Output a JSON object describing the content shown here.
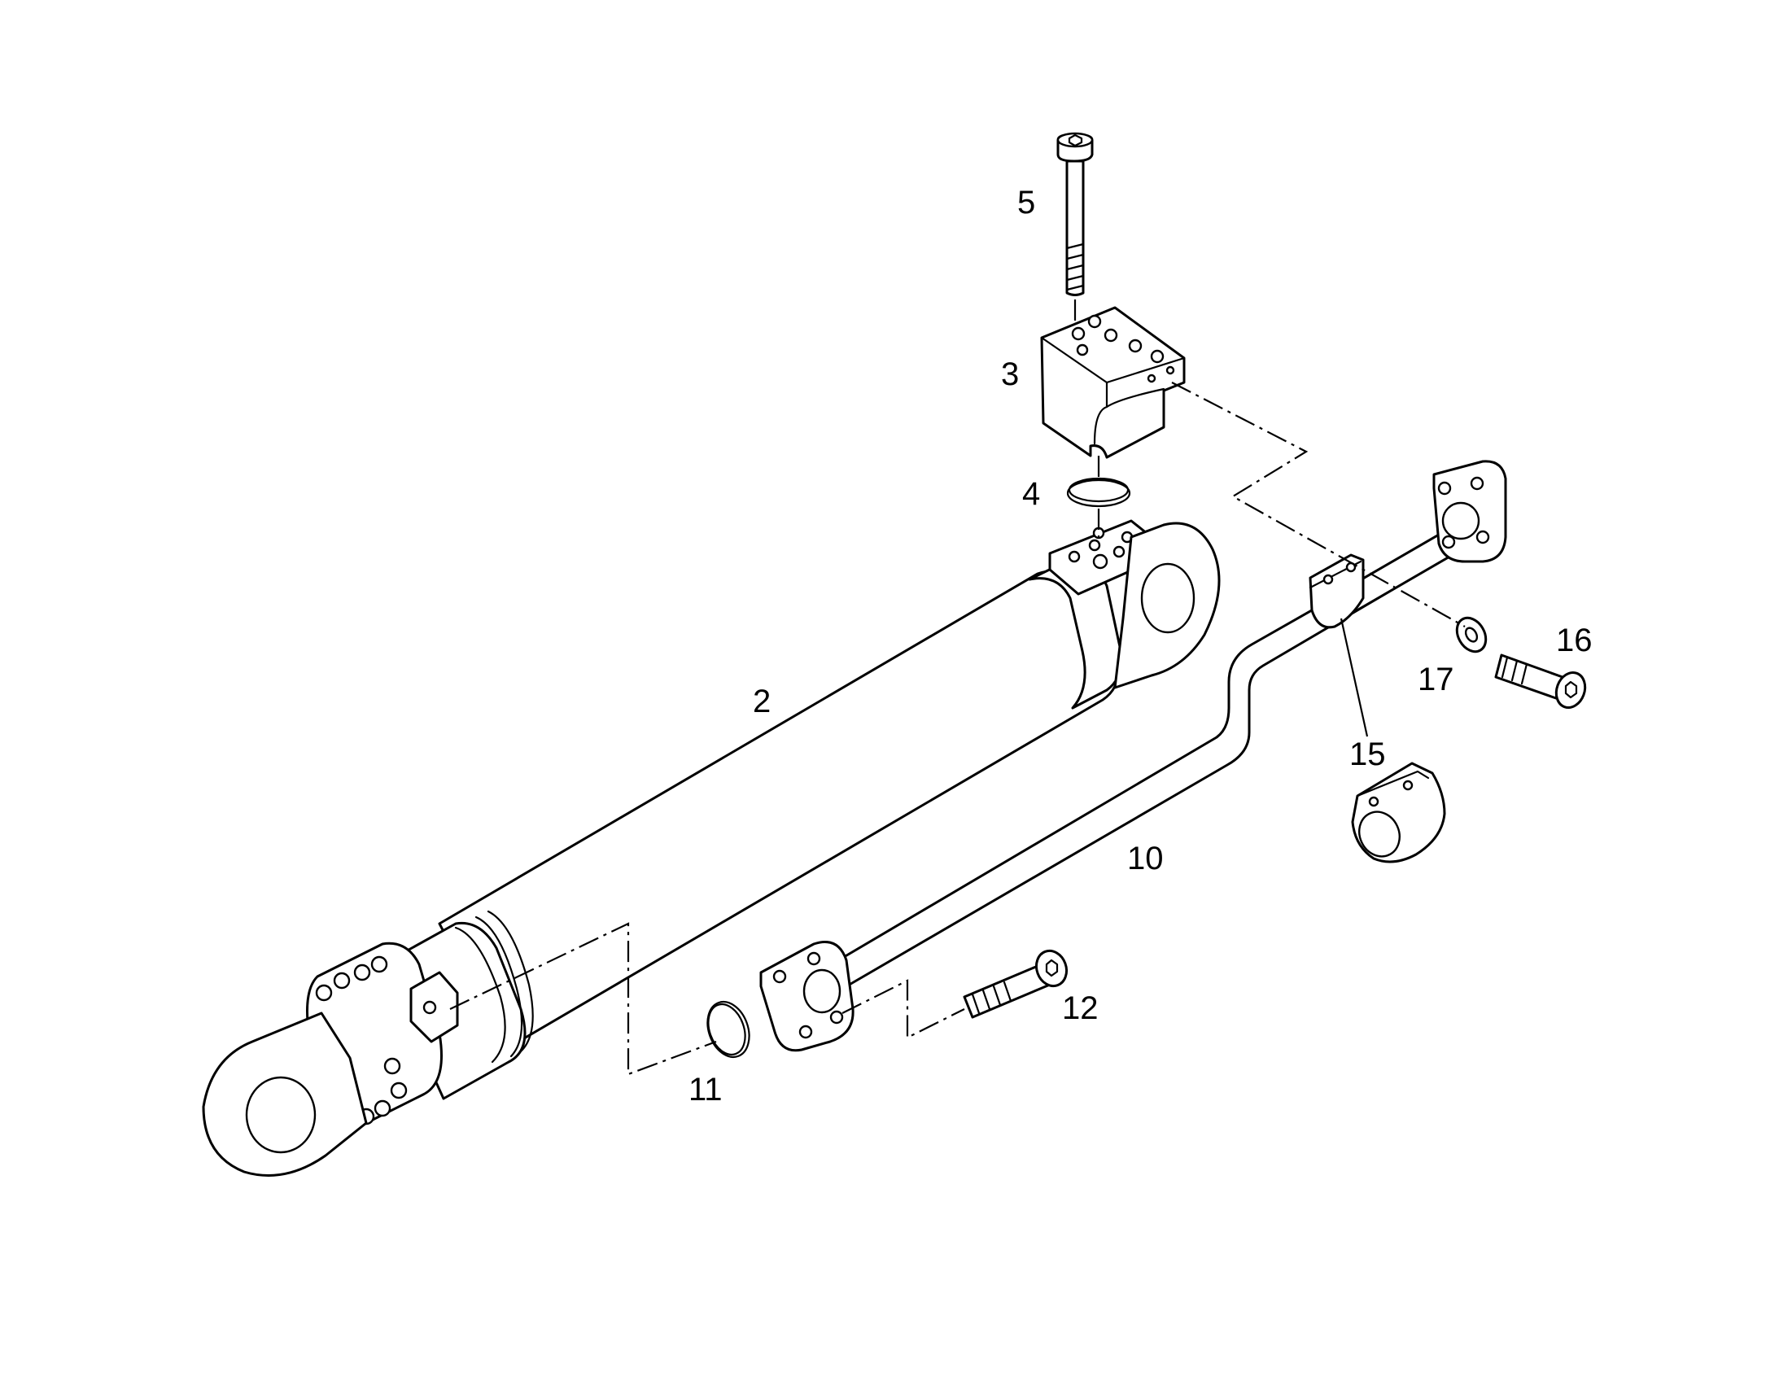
{
  "diagram": {
    "callouts": {
      "c2": "2",
      "c3": "3",
      "c4": "4",
      "c5": "5",
      "c10": "10",
      "c11": "11",
      "c12": "12",
      "c15": "15",
      "c16": "16",
      "c17": "17"
    },
    "parts": [
      {
        "number": "2",
        "name": "hydraulic-cylinder"
      },
      {
        "number": "3",
        "name": "valve-block"
      },
      {
        "number": "4",
        "name": "o-ring"
      },
      {
        "number": "5",
        "name": "socket-head-screw"
      },
      {
        "number": "10",
        "name": "pipe"
      },
      {
        "number": "11",
        "name": "o-ring"
      },
      {
        "number": "12",
        "name": "socket-head-screw"
      },
      {
        "number": "15",
        "name": "pipe-clamp"
      },
      {
        "number": "16",
        "name": "socket-head-screw"
      },
      {
        "number": "17",
        "name": "washer"
      }
    ],
    "line_color": "#000000",
    "background_color": "#ffffff"
  }
}
